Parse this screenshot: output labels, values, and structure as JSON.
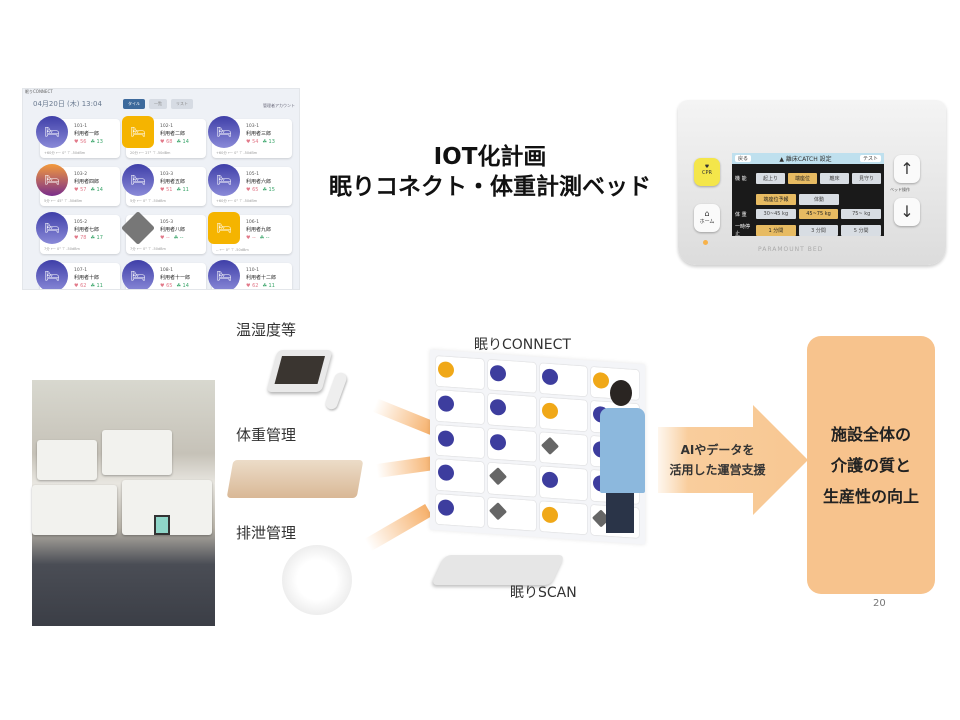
{
  "slide": {
    "title_line1": "IOT化計画",
    "title_line2": "眠りコネクト・体重計測ベッド",
    "page_number": "20"
  },
  "dashboard": {
    "app_label": "眠りCONNECT",
    "date": "04月20日 (木) 13:04",
    "tabs": [
      "タイル",
      "一覧",
      "リスト"
    ],
    "account": "管理者アカウント",
    "cards": [
      {
        "room": "101-1",
        "name": "利用者一郎",
        "hr": "56",
        "rr": "13",
        "status": "sleep",
        "footer": "+60分 ⟵ 0° ⊤ -50dBm"
      },
      {
        "room": "102-1",
        "name": "利用者二郎",
        "hr": "68",
        "rr": "14",
        "status": "warn",
        "footer": "20分 ⟵ 27° ⊤ -50dBm"
      },
      {
        "room": "103-1",
        "name": "利用者三郎",
        "hr": "54",
        "rr": "13",
        "status": "sleep",
        "footer": "+60分 ⟵ 0° ⊤ -50dBm"
      },
      {
        "room": "103-2",
        "name": "利用者四郎",
        "hr": "57",
        "rr": "14",
        "status": "sit",
        "footer": "5分 ⟵ 45° ⊤ -50dBm"
      },
      {
        "room": "103-3",
        "name": "利用者五郎",
        "hr": "51",
        "rr": "11",
        "status": "sleep",
        "footer": "5分 ⟵ 0° ⊤ -50dBm"
      },
      {
        "room": "105-1",
        "name": "利用者六郎",
        "hr": "65",
        "rr": "15",
        "status": "sleep",
        "footer": "+60分 ⟵ 0° ⊤ -50dBm"
      },
      {
        "room": "105-2",
        "name": "利用者七郎",
        "hr": "78",
        "rr": "17",
        "status": "sleep",
        "footer": "7分 ⟵ 0° ⊤ -50dBm"
      },
      {
        "room": "105-3",
        "name": "利用者八郎",
        "hr": "--",
        "rr": "--",
        "status": "off",
        "footer": "7分 ⟵ 0° ⊤ -50dBm"
      },
      {
        "room": "106-1",
        "name": "利用者九郎",
        "hr": "--",
        "rr": "--",
        "status": "warn",
        "footer": "-- ⟵ 0° ⊤ -50dBm"
      },
      {
        "room": "107-1",
        "name": "利用者十郎",
        "hr": "62",
        "rr": "11",
        "status": "sleep",
        "footer": ""
      },
      {
        "room": "108-1",
        "name": "利用者十一郎",
        "hr": "65",
        "rr": "14",
        "status": "sleep",
        "footer": ""
      },
      {
        "room": "110-1",
        "name": "利用者十二郎",
        "hr": "62",
        "rr": "11",
        "status": "sleep",
        "footer": ""
      }
    ]
  },
  "panel": {
    "back": "戻る",
    "header": "▲ 離床CATCH 設定",
    "test": "テスト",
    "function_label": "機 能",
    "functions": [
      "起上り",
      "端座位",
      "離床",
      "見守り"
    ],
    "sub_options": [
      "端座位予報",
      "体動"
    ],
    "weight_label": "体 重",
    "weights": [
      "30~45 kg",
      "45~75 kg",
      "75~ kg"
    ],
    "pause_label": "一時停止",
    "pauses": [
      "1 分間",
      "3 分間",
      "5 分間"
    ],
    "cpr": "CPR",
    "home": "ホーム",
    "bed_operation": "ベッド操作",
    "brand": "PARAMOUNT BED"
  },
  "diagram": {
    "inputs": [
      "温湿度等",
      "体重管理",
      "排泄管理"
    ],
    "connect_label": "眠りCONNECT",
    "scan_label": "眠りSCAN",
    "arrow_line1": "AIやデータを",
    "arrow_line2": "活用した運営支援",
    "goal_lines": [
      "施設全体の",
      "介護の質と",
      "生産性の向上"
    ]
  }
}
